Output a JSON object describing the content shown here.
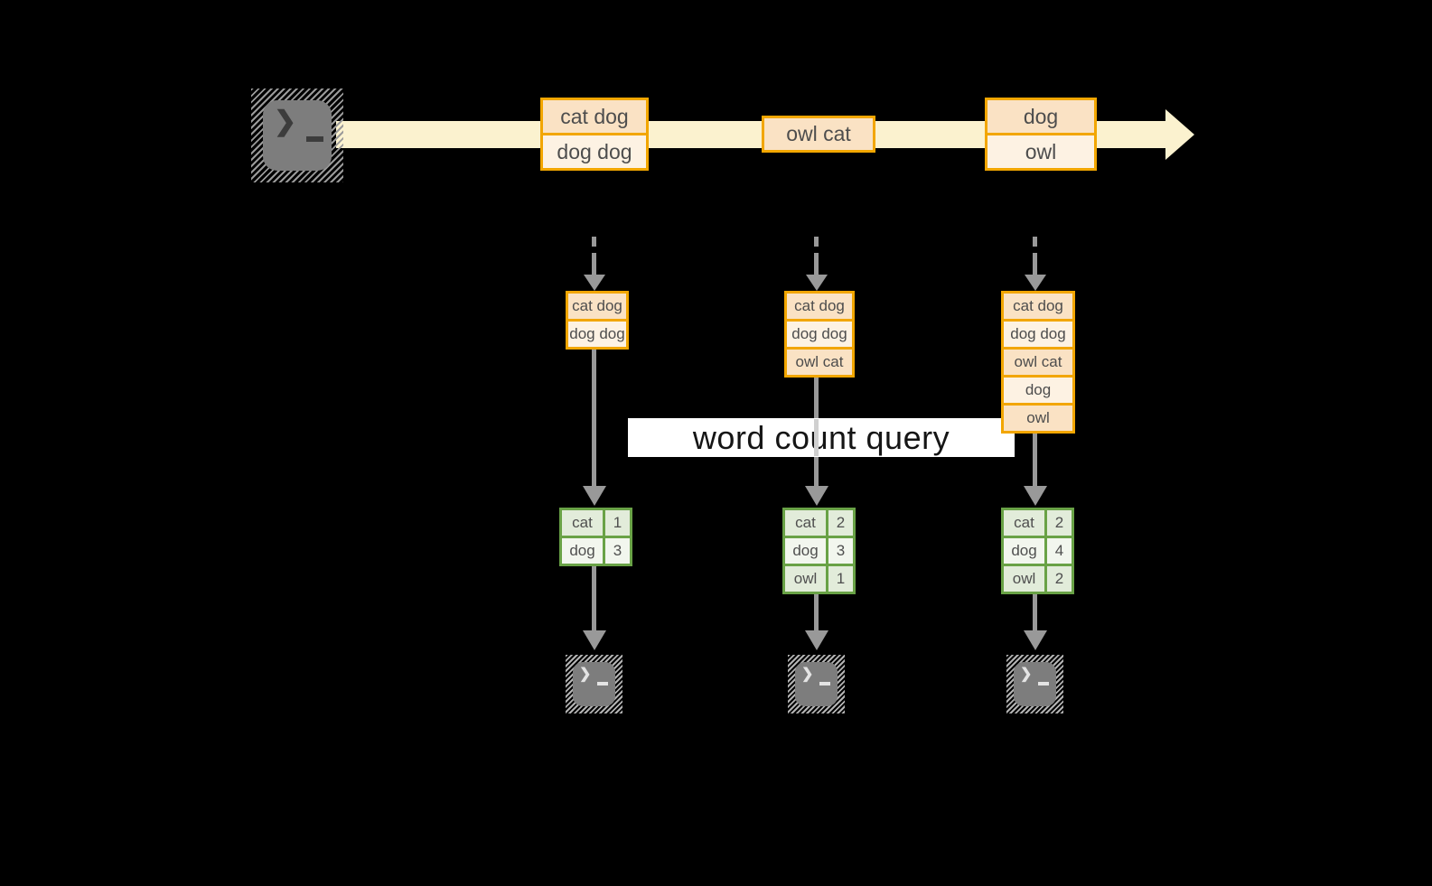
{
  "diagram": {
    "title_banner": "word count query",
    "icons": {
      "source": "terminal-icon",
      "consumer": "terminal-icon",
      "prompt_glyph": "❯"
    },
    "stream_events": [
      {
        "rows": [
          "cat dog",
          "dog dog"
        ]
      },
      {
        "rows": [
          "owl cat"
        ]
      },
      {
        "rows": [
          "dog",
          "owl"
        ]
      }
    ],
    "windows": [
      {
        "stack": [
          "cat dog",
          "dog dog"
        ],
        "counts": [
          {
            "word": "cat",
            "count": "1"
          },
          {
            "word": "dog",
            "count": "3"
          }
        ]
      },
      {
        "stack": [
          "cat dog",
          "dog dog",
          "owl cat"
        ],
        "counts": [
          {
            "word": "cat",
            "count": "2"
          },
          {
            "word": "dog",
            "count": "3"
          },
          {
            "word": "owl",
            "count": "1"
          }
        ]
      },
      {
        "stack": [
          "cat dog",
          "dog dog",
          "owl cat",
          "dog",
          "owl"
        ],
        "counts": [
          {
            "word": "cat",
            "count": "2"
          },
          {
            "word": "dog",
            "count": "4"
          },
          {
            "word": "owl",
            "count": "2"
          }
        ]
      }
    ],
    "colors": {
      "background": "#000000",
      "stream_band": "#FBF2CF",
      "event_border": "#F2A600",
      "event_fill_dark": "#FAE2C4",
      "event_fill_light": "#FDF2E3",
      "table_border": "#69A246",
      "table_fill_dark": "#E2ECDA",
      "table_fill_light": "#F2F6EE",
      "arrow_gray": "#999999",
      "terminal_gray": "#7D7D7D",
      "banner_bg": "#FFFFFF",
      "banner_text": "#151515"
    }
  }
}
